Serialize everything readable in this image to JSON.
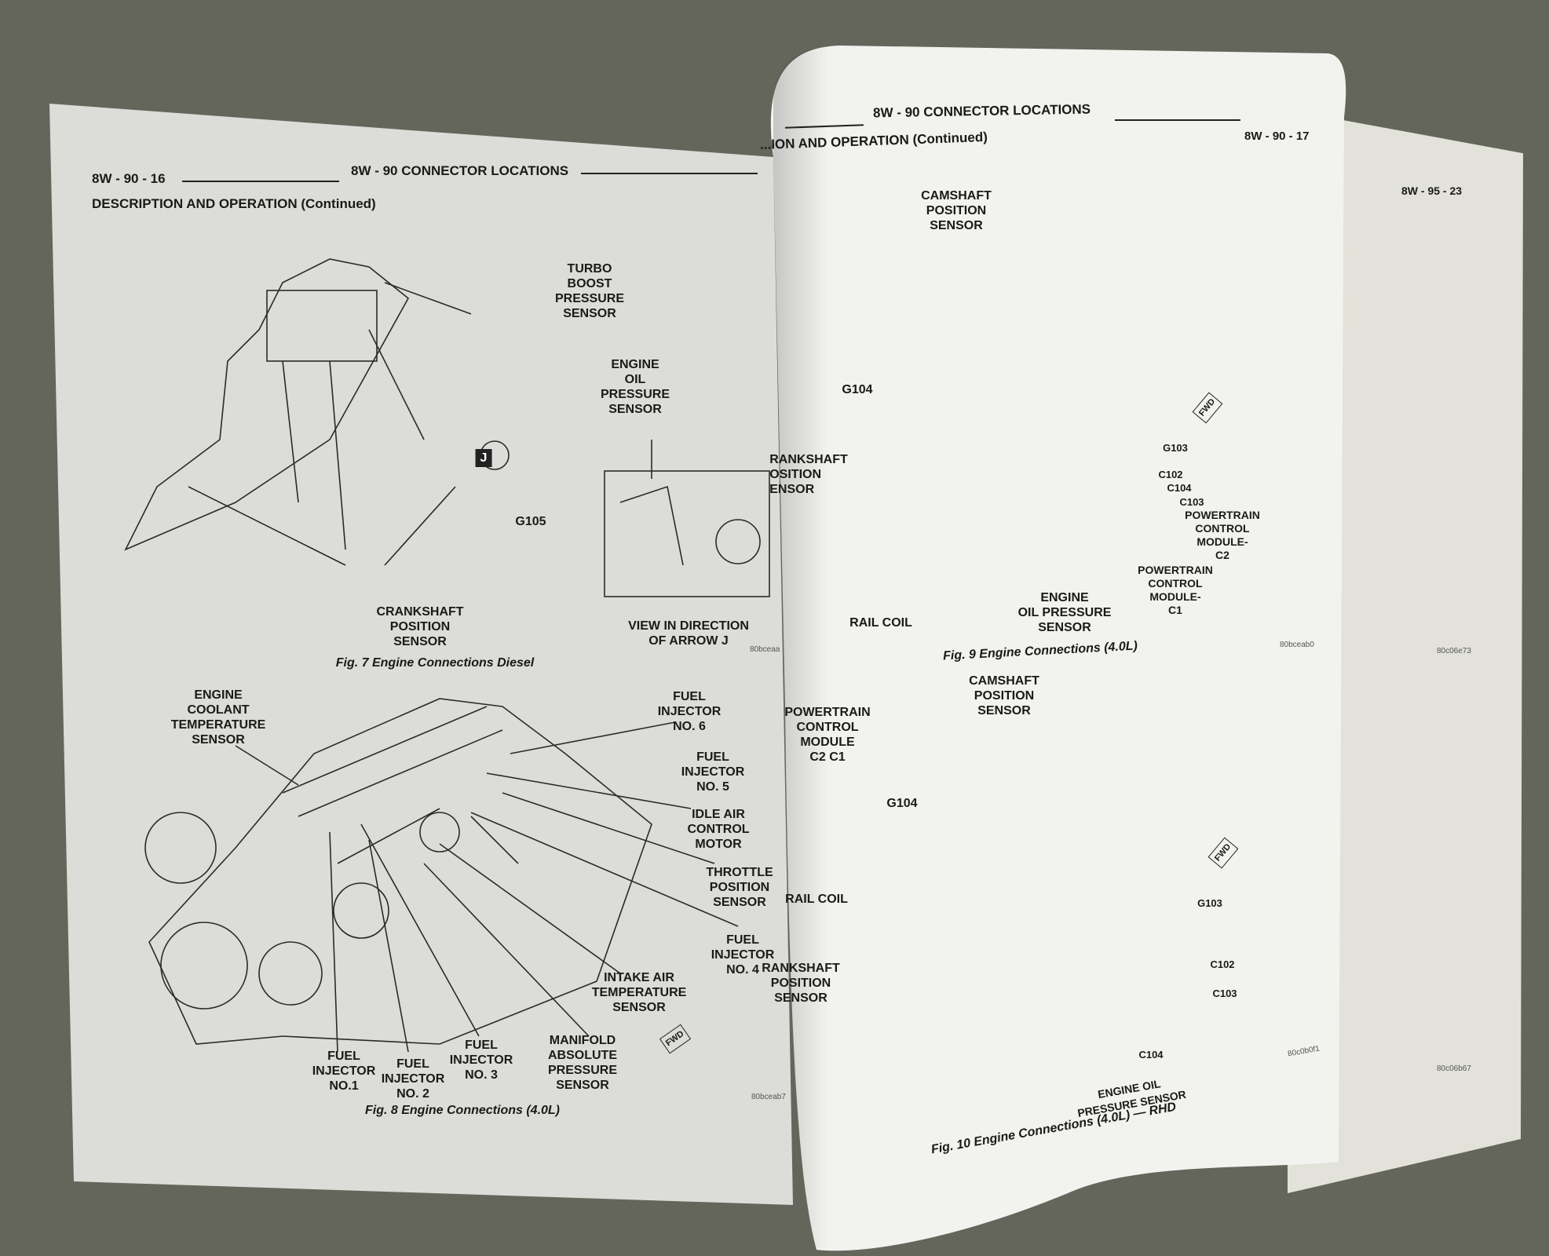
{
  "left_page": {
    "page_number": "8W - 90 - 16",
    "section_title": "8W - 90 CONNECTOR LOCATIONS",
    "heading": "DESCRIPTION AND OPERATION (Continued)",
    "fig7": {
      "caption": "Fig. 7 Engine Connections Diesel",
      "code": "80bceaa",
      "labels": {
        "turbo": "TURBO\nBOOST\nPRESSURE\nSENSOR",
        "oil": "ENGINE\nOIL\nPRESSURE\nSENSOR",
        "g105": "G105",
        "crank": "CRANKSHAFT\nPOSITION\nSENSOR",
        "view": "VIEW IN DIRECTION\nOF ARROW J",
        "arrow_j": "J"
      }
    },
    "fig8": {
      "caption": "Fig. 8 Engine Connections (4.0L)",
      "code": "80bceab7",
      "labels": {
        "coolant": "ENGINE\nCOOLANT\nTEMPERATURE\nSENSOR",
        "inj6": "FUEL\nINJECTOR\nNO. 6",
        "inj5": "FUEL\nINJECTOR\nNO. 5",
        "iac": "IDLE AIR\nCONTROL\nMOTOR",
        "tps": "THROTTLE\nPOSITION\nSENSOR",
        "inj4": "FUEL\nINJECTOR\nNO. 4",
        "iat": "INTAKE AIR\nTEMPERATURE\nSENSOR",
        "map": "MANIFOLD\nABSOLUTE\nPRESSURE\nSENSOR",
        "inj1": "FUEL\nINJECTOR\nNO.1",
        "inj2": "FUEL\nINJECTOR\nNO. 2",
        "inj3": "FUEL\nINJECTOR\nNO. 3",
        "fwd": "FWD"
      }
    }
  },
  "right_page": {
    "section_title": "8W - 90 CONNECTOR LOCATIONS",
    "page_number": "8W - 90 - 17",
    "heading": "...ION AND OPERATION (Continued)",
    "fig9": {
      "caption": "Fig. 9 Engine Connections (4.0L)",
      "code": "80bceab0",
      "labels": {
        "cam": "CAMSHAFT\nPOSITION\nSENSOR",
        "g104": "G104",
        "crank": "RANKSHAFT\nOSITION\nENSOR",
        "rail": "RAIL COIL",
        "oil": "ENGINE\nOIL PRESSURE\nSENSOR",
        "g103": "G103",
        "c102": "C102",
        "c104": "C104",
        "c103": "C103",
        "pcm_c2": "POWERTRAIN\nCONTROL\nMODULE-\nC2",
        "pcm_c1": "POWERTRAIN\nCONTROL\nMODULE-\nC1",
        "fwd": "FWD"
      }
    },
    "fig10": {
      "caption": "Fig. 10 Engine Connections (4.0L) — RHD",
      "code": "80c0b0f1",
      "labels": {
        "cam": "CAMSHAFT\nPOSITION\nSENSOR",
        "pcm": "POWERTRAIN\nCONTROL\nMODULE\nC2   C1",
        "g104": "G104",
        "rail": "RAIL COIL",
        "crank": "RANKSHAFT\nPOSITION\nSENSOR",
        "g103": "G103",
        "c102": "C102",
        "c103": "C103",
        "c104": "C104",
        "oil": "ENGINE OIL\nPRESSURE SENSOR",
        "fwd": "FWD"
      }
    }
  },
  "back_page": {
    "page_number": "8W - 95 - 23",
    "code_top": "80c06e73",
    "code_bottom": "80c06b67"
  }
}
